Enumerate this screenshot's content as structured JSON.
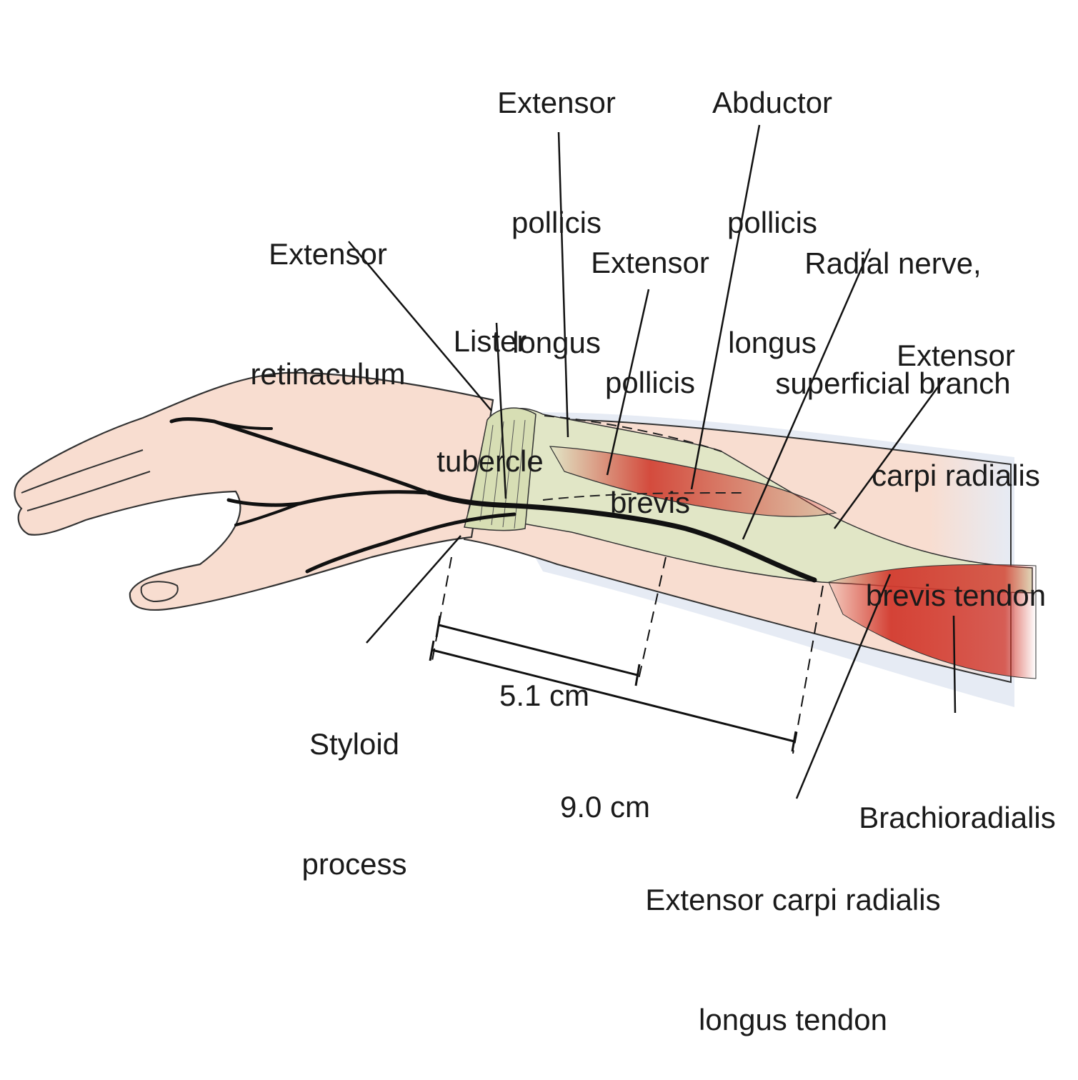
{
  "labels": {
    "extensor_retinaculum": [
      "Extensor",
      "retinaculum"
    ],
    "extensor_pollicis_longus": [
      "Extensor",
      "pollicis",
      "longus"
    ],
    "abductor_pollicis_longus": [
      "Abductor",
      "pollicis",
      "longus"
    ],
    "extensor_pollicis_brevis": [
      "Extensor",
      "pollicis",
      "brevis"
    ],
    "radial_nerve": [
      "Radial nerve,",
      "superficial branch"
    ],
    "lister_tubercle": [
      "Lister",
      "tubercle"
    ],
    "ecrb_tendon": [
      "Extensor",
      "carpi radialis",
      "brevis tendon"
    ],
    "styloid_process": [
      "Styloid",
      "process"
    ],
    "brachioradialis": [
      "Brachioradialis"
    ],
    "ecrl_tendon": [
      "Extensor carpi radialis",
      "longus tendon"
    ]
  },
  "measurements": {
    "short": "5.1 cm",
    "long": "9.0 cm"
  },
  "colors": {
    "skin": "#f8ddd0",
    "skin_shadow": "#d9e1f0",
    "tendon": "#e1e6c6",
    "muscle": "#d23a2e",
    "nerve": "#111111",
    "text": "#1a1a1a"
  }
}
